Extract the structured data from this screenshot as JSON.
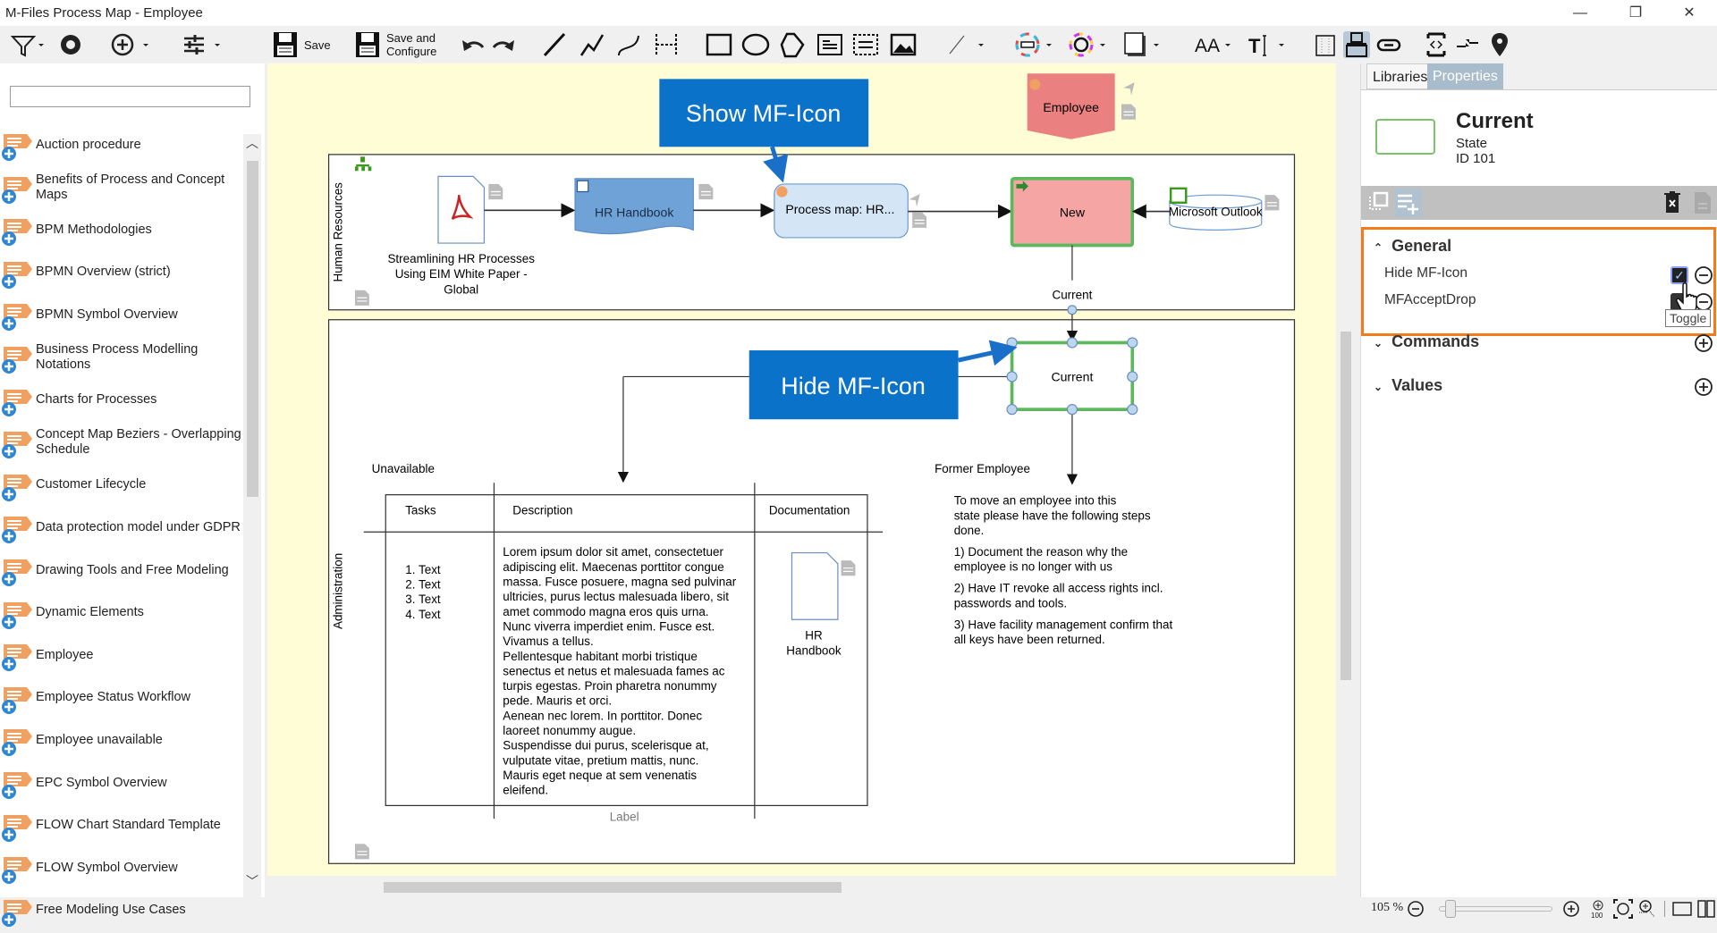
{
  "window": {
    "title": "M-Files Process Map - Employee",
    "minimize": "—",
    "restore": "❐",
    "close": "✕"
  },
  "toolbar": {
    "save_label": "Save",
    "save_configure_label": "Save and Configure",
    "save_configure_line1": "Save and",
    "save_configure_line2": "Configure"
  },
  "sidebar": {
    "search_value": "",
    "items": [
      {
        "label": "Auction procedure"
      },
      {
        "label": "Benefits of Process and Concept Maps"
      },
      {
        "label": "BPM Methodologies"
      },
      {
        "label": "BPMN Overview (strict)"
      },
      {
        "label": "BPMN Symbol Overview"
      },
      {
        "label": "Business Process Modelling Notations"
      },
      {
        "label": "Charts for Processes"
      },
      {
        "label": "Concept Map Beziers - Overlapping Schedule"
      },
      {
        "label": "Customer Lifecycle"
      },
      {
        "label": "Data protection model under GDPR"
      },
      {
        "label": "Drawing Tools and Free Modeling"
      },
      {
        "label": "Dynamic Elements"
      },
      {
        "label": "Employee"
      },
      {
        "label": "Employee Status Workflow"
      },
      {
        "label": "Employee unavailable"
      },
      {
        "label": "EPC Symbol Overview"
      },
      {
        "label": "FLOW Chart Standard Template"
      },
      {
        "label": "FLOW Symbol Overview"
      },
      {
        "label": "Free Modeling Use Cases"
      }
    ]
  },
  "diagram": {
    "callout_show": "Show MF-Icon",
    "callout_hide": "Hide MF-Icon",
    "employee": "Employee",
    "lane_hr": "Human Resources",
    "lane_admin": "Administration",
    "pdf_label": [
      "Streamlining HR Processes",
      "Using EIM White Paper -",
      "Global"
    ],
    "hr_handbook": "HR Handbook",
    "process_map": "Process map: HR...",
    "new_state": "New",
    "outlook": "Microsoft Outlook",
    "current_label": "Current",
    "current_state": "Current",
    "unavailable": "Unavailable",
    "former": "Former Employee",
    "table": {
      "headers": [
        "Tasks",
        "Description",
        "Documentation"
      ],
      "tasks": [
        "1.  Text",
        "2.  Text",
        "3.  Text",
        "4.  Text"
      ],
      "description": [
        "Lorem ipsum dolor sit amet, consectetuer",
        "adipiscing elit. Maecenas porttitor congue",
        "massa. Fusce posuere, magna sed pulvinar",
        "ultricies, purus lectus malesuada libero, sit",
        "amet commodo magna eros quis urna.",
        "Nunc viverra imperdiet enim. Fusce est.",
        "Vivamus a tellus.",
        "Pellentesque habitant morbi tristique",
        "senectus et netus et malesuada fames ac",
        "turpis egestas. Proin pharetra nonummy",
        "pede. Mauris et orci.",
        "Aenean nec lorem. In porttitor. Donec",
        "laoreet nonummy augue.",
        "Suspendisse dui purus, scelerisque at,",
        "vulputate vitae, pretium mattis, nunc.",
        "Mauris eget neque at sem venenatis",
        "eleifend."
      ],
      "label_overlay": "Label",
      "doc_label": [
        "HR",
        "Handbook"
      ]
    },
    "former_text": [
      [
        "To move an employee into this",
        "state please have the following steps",
        "done."
      ],
      [
        "1) Document the reason why the",
        "employee is no longer with us"
      ],
      [
        "2) Have IT revoke all access rights incl.",
        "passwords and tools."
      ],
      [
        "3) Have facility management confirm that",
        "all keys have been returned."
      ]
    ]
  },
  "panel": {
    "tabs": [
      "Libraries",
      "Properties"
    ],
    "active_tab": "Properties",
    "name": "Current",
    "type": "State",
    "id": "ID 101",
    "sections": {
      "general": "General",
      "commands": "Commands",
      "values": "Values"
    },
    "props": [
      {
        "label": "Hide MF-Icon",
        "checked": true
      },
      {
        "label": "MFAcceptDrop",
        "checked": true
      }
    ],
    "tooltip": "Toggle",
    "highlight_color": "#f07c1e"
  },
  "status": {
    "zoom": "105 %",
    "zoom_slider_percent": 5
  }
}
